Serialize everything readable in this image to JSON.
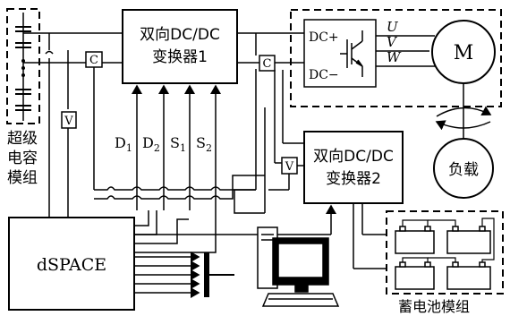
{
  "supercap": {
    "label_lines": [
      "超级",
      "电容",
      "模组"
    ]
  },
  "converter1": {
    "label_lines": [
      "双向DC/DC",
      "变换器1"
    ]
  },
  "converter2": {
    "label_lines": [
      "双向DC/DC",
      "变换器2"
    ]
  },
  "inverter": {
    "dc_plus": "DC+",
    "dc_minus": "DC−"
  },
  "phases": [
    "U",
    "V",
    "W"
  ],
  "motor": {
    "label": "M"
  },
  "load": {
    "label": "负载"
  },
  "battery": {
    "label": "蓄电池模组"
  },
  "dspace": {
    "label": "dSPACE"
  },
  "sensors": {
    "current": "C",
    "voltage": "V"
  },
  "signals": [
    {
      "base": "D",
      "sub": "1"
    },
    {
      "base": "D",
      "sub": "2"
    },
    {
      "base": "S",
      "sub": "1"
    },
    {
      "base": "S",
      "sub": "2"
    }
  ]
}
